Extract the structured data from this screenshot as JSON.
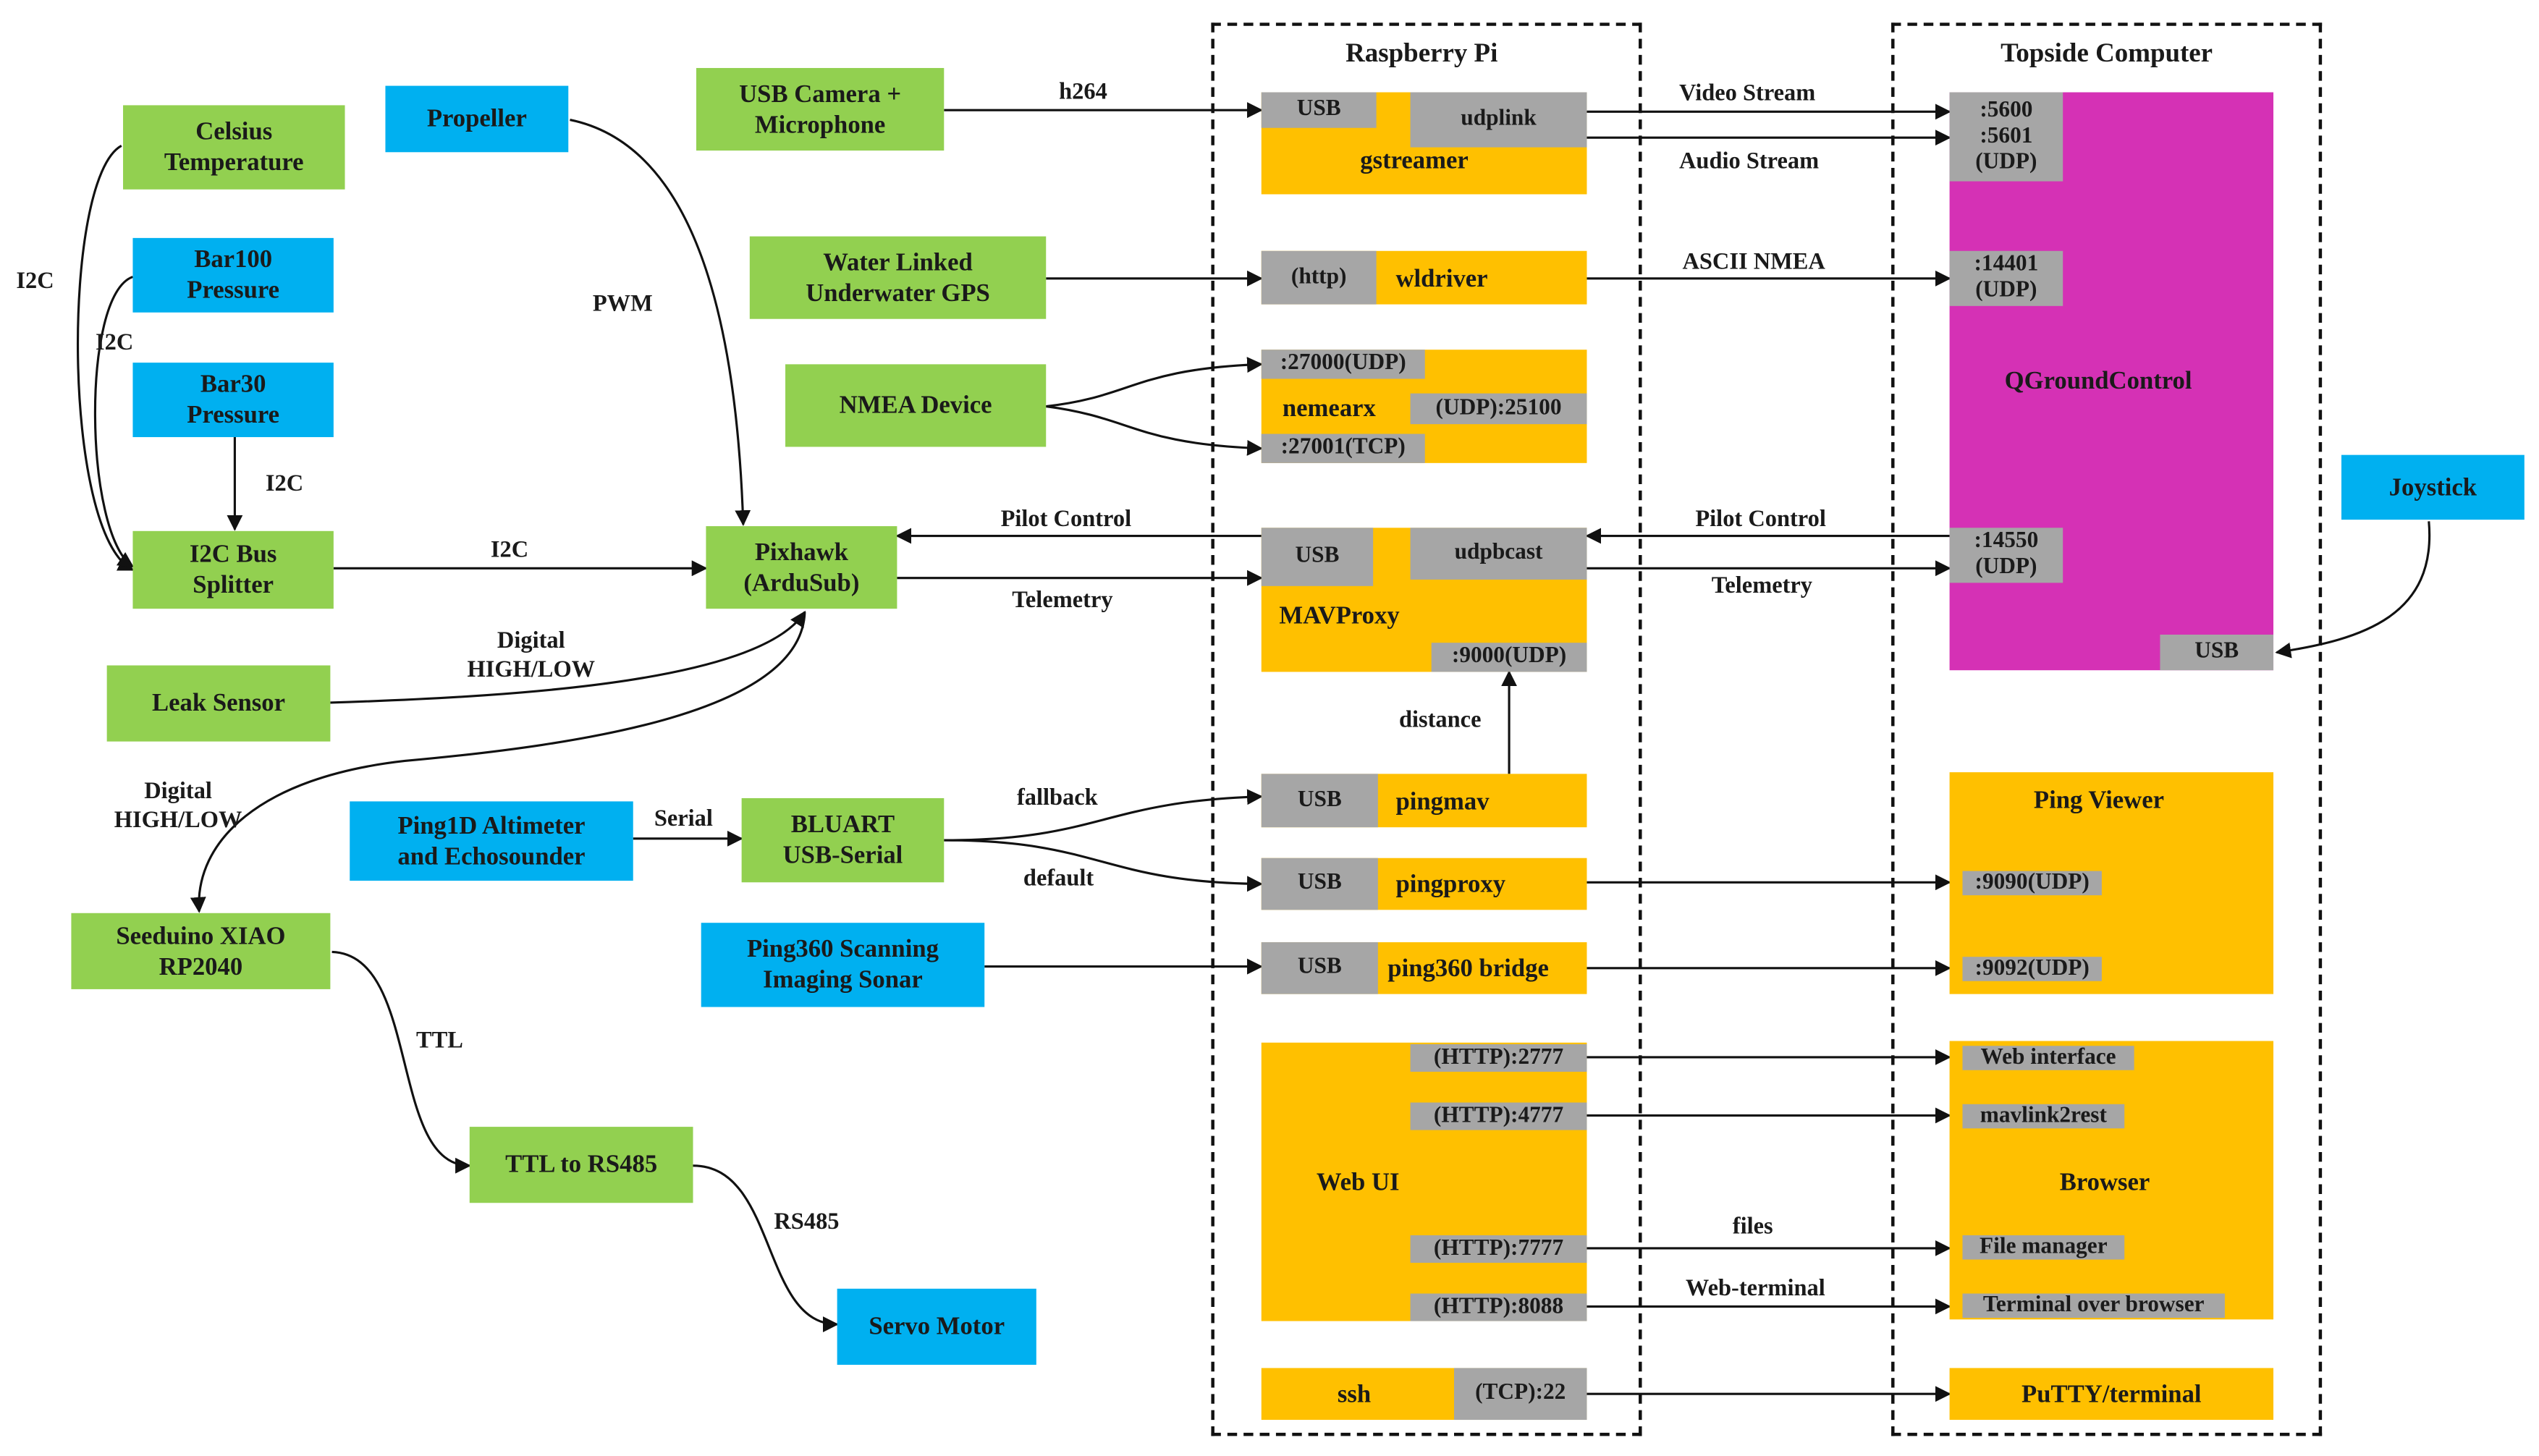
{
  "colors": {
    "sensor_green": "#92d050",
    "device_blue": "#00b0f0",
    "service_orange": "#ffc000",
    "app_magenta": "#d531b5",
    "port_gray": "#a6a6a6"
  },
  "clusters": {
    "raspberry_pi": "Raspberry Pi",
    "topside": "Topside Computer"
  },
  "left": {
    "celsius": "Celsius\nTemperature",
    "bar100": "Bar100\nPressure",
    "bar30": "Bar30\nPressure",
    "i2c_splitter": "I2C Bus\nSplitter",
    "leak": "Leak Sensor",
    "propeller": "Propeller",
    "usb_camera": "USB Camera +\nMicrophone",
    "wl_gps": "Water Linked\nUnderwater GPS",
    "nmea_device": "NMEA  Device",
    "pixhawk": "Pixhawk\n(ArduSub)",
    "ping1d": "Ping1D Altimeter\nand Echosounder",
    "bluart": "BLUART\nUSB-Serial",
    "ping360": "Ping360 Scanning\nImaging Sonar",
    "seeeduino": "Seeduino XIAO\nRP2040",
    "ttl_rs485": "TTL  to RS485",
    "servo": "Servo Motor"
  },
  "pi": {
    "gstreamer": {
      "name": "gstreamer",
      "in": "USB",
      "out": "udplink"
    },
    "wldriver": {
      "name": "wldriver",
      "in": "(http)"
    },
    "nemearx": {
      "name": "nemearx",
      "in_udp": ":27000(UDP)",
      "in_tcp": ":27001(TCP)",
      "out": "(UDP):25100"
    },
    "mavproxy": {
      "name": "MAVProxy",
      "in": "USB",
      "out": "udpbcast",
      "port": ":9000(UDP)"
    },
    "pingmav": {
      "name": "pingmav",
      "in": "USB"
    },
    "pingproxy": {
      "name": "pingproxy",
      "in": "USB"
    },
    "ping360bridge": {
      "name": "ping360 bridge",
      "in": "USB"
    },
    "webui": {
      "name": "Web UI",
      "p1": "(HTTP):2777",
      "p2": "(HTTP):4777",
      "p3": "(HTTP):7777",
      "p4": "(HTTP):8088"
    },
    "ssh": {
      "name": "ssh",
      "port": "(TCP):22"
    }
  },
  "topside": {
    "qgc": {
      "name": "QGroundControl",
      "video": ":5600\n:5601\n(UDP)",
      "gps": ":14401\n(UDP)",
      "mav": ":14550\n(UDP)",
      "usb": "USB"
    },
    "joystick": "Joystick",
    "ping_viewer": {
      "name": "Ping Viewer",
      "p1": ":9090(UDP)",
      "p2": ":9092(UDP)"
    },
    "browser": {
      "name": "Browser",
      "i1": "Web interface",
      "i2": "mavlink2rest",
      "i3": "File manager",
      "i4": "Terminal over browser"
    },
    "putty": "PuTTY/terminal"
  },
  "edges": {
    "i2c_a": "I2C",
    "i2c_b": "I2C",
    "i2c_c": "I2C",
    "i2c_d": "I2C",
    "pwm": "PWM",
    "digital_leak": "Digital\nHIGH/LOW",
    "digital_xiao": "Digital\nHIGH/LOW",
    "h264": "h264",
    "pilot_control_left": "Pilot Control",
    "telemetry_left": "Telemetry",
    "serial": "Serial",
    "fallback": "fallback",
    "default": "default",
    "ttl": "TTL",
    "rs485": "RS485",
    "video_stream": "Video Stream",
    "audio_stream": "Audio Stream",
    "ascii_nmea": "ASCII  NMEA",
    "pilot_control_right": "Pilot Control",
    "telemetry_right": "Telemetry",
    "distance": "distance",
    "files": "files",
    "web_terminal": "Web-terminal"
  }
}
